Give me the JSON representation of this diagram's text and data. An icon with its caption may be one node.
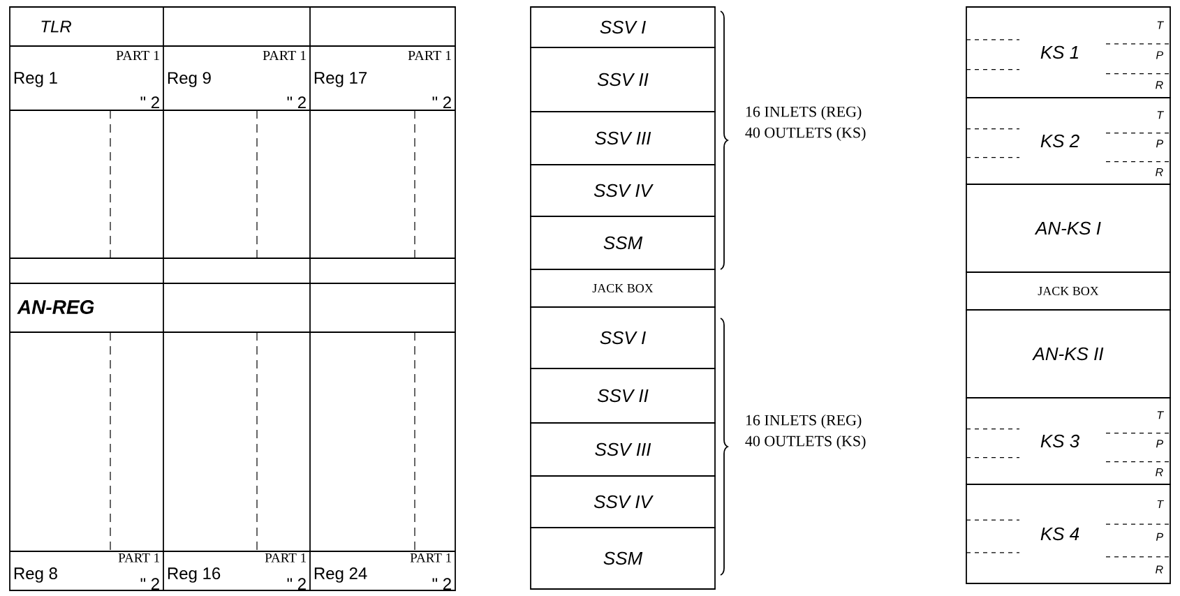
{
  "diagram": {
    "nodes": [
      {
        "text": [
          "SSV I"
        ]
      },
      {
        "text": [
          "SSV II"
        ]
      },
      {
        "text": [
          "SSV III"
        ]
      },
      {
        "text": [
          "SSV IV"
        ]
      },
      {
        "text": [
          "SSM"
        ]
      },
      {
        "text": [
          "JACK BOX"
        ]
      },
      {
        "text": [
          "SSV I"
        ]
      },
      {
        "text": [
          "SSV II"
        ]
      },
      {
        "text": [
          "SSV III"
        ]
      },
      {
        "text": [
          "SSV IV"
        ]
      },
      {
        "text": [
          "SSM"
        ]
      },
      {
        "text": [
          "KS 1",
          "T",
          "P",
          "R"
        ]
      },
      {
        "text": [
          "KS 2",
          "T",
          "P",
          "R"
        ]
      },
      {
        "text": [
          "AN-KS I"
        ]
      },
      {
        "text": [
          "JACK BOX"
        ]
      },
      {
        "text": [
          "AN-KS II"
        ]
      },
      {
        "text": [
          "KS 3",
          "T",
          "P",
          "R"
        ]
      },
      {
        "text": [
          "KS 4",
          "T",
          "P",
          "R"
        ]
      }
    ],
    "labels": [
      "TLR",
      "Reg 1",
      "PART 1",
      "\" 2",
      "Reg 9",
      "PART 1",
      "\" 2",
      "Reg 17",
      "PART 1",
      "\" 2",
      "AN-REG",
      "Reg 8",
      "PART 1",
      "\" 2",
      "Reg 16",
      "PART 1",
      "\" 2",
      "Reg 24",
      "PART 1",
      "\" 2",
      "16 INLETS (REG)",
      "40 OUTLETS (KS)",
      "16 INLETS (REG)",
      "40 OUTLETS (KS)"
    ]
  }
}
